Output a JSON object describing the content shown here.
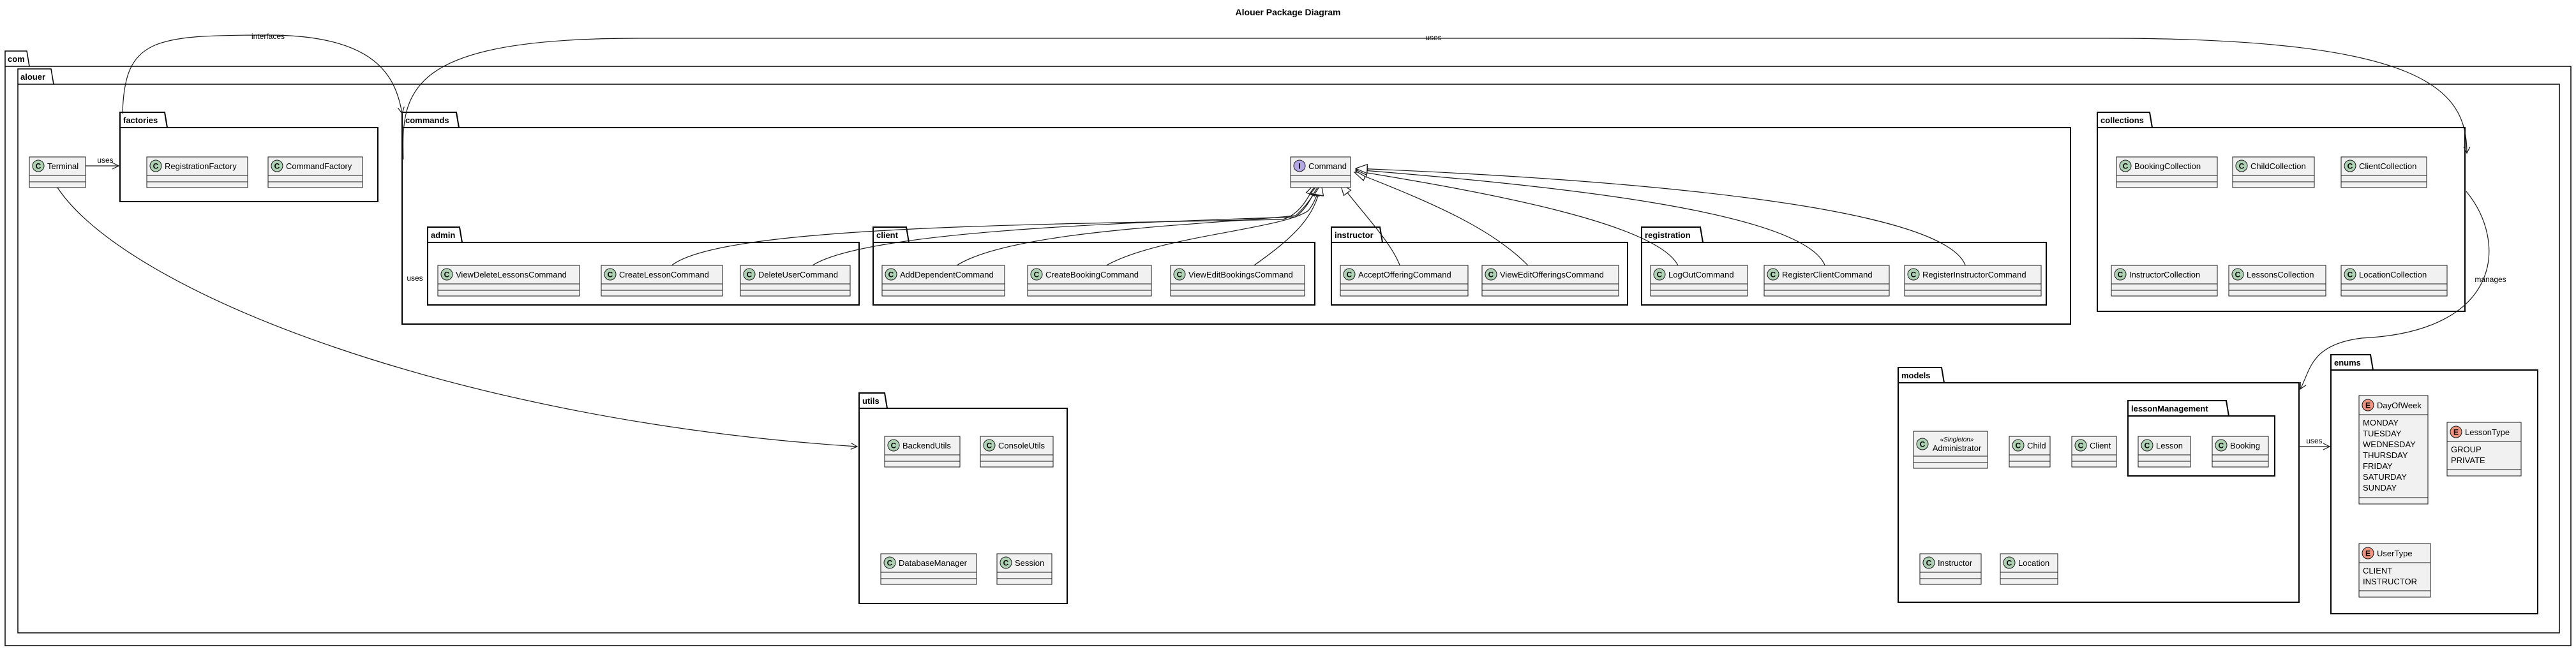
{
  "diagram_title": "Alouer Package Diagram",
  "colors": {
    "class_circle": "#ADD1B2",
    "interface_circle": "#B4A7E5",
    "enum_circle": "#EB937F",
    "class_fill": "#F1F1F1",
    "class_border": "#181818"
  },
  "packages": {
    "com": "com",
    "alouer": "alouer",
    "factories": "factories",
    "commands": "commands",
    "admin": "admin",
    "client": "client",
    "instructor": "instructor",
    "registration": "registration",
    "collections": "collections",
    "utils": "utils",
    "models": "models",
    "lessonManagement": "lessonManagement",
    "enums": "enums"
  },
  "classes": {
    "terminal": "Terminal",
    "registrationFactory": "RegistrationFactory",
    "commandFactory": "CommandFactory",
    "command": "Command",
    "viewDeleteLessons": "ViewDeleteLessonsCommand",
    "createLesson": "CreateLessonCommand",
    "deleteUser": "DeleteUserCommand",
    "addDependent": "AddDependentCommand",
    "createBooking": "CreateBookingCommand",
    "viewEditBookings": "ViewEditBookingsCommand",
    "acceptOffering": "AcceptOfferingCommand",
    "viewEditOfferings": "ViewEditOfferingsCommand",
    "logOut": "LogOutCommand",
    "registerClient": "RegisterClientCommand",
    "registerInstructor": "RegisterInstructorCommand",
    "bookingCollection": "BookingCollection",
    "childCollection": "ChildCollection",
    "clientCollection": "ClientCollection",
    "instructorCollection": "InstructorCollection",
    "lessonsCollection": "LessonsCollection",
    "locationCollection": "LocationCollection",
    "backendUtils": "BackendUtils",
    "consoleUtils": "ConsoleUtils",
    "databaseManager": "DatabaseManager",
    "session": "Session",
    "administrator": "Administrator",
    "administratorStereotype": "«Singleton»",
    "child": "Child",
    "client": "Client",
    "instructor": "Instructor",
    "location": "Location",
    "lesson": "Lesson",
    "booking": "Booking",
    "dayOfWeek": "DayOfWeek",
    "lessonType": "LessonType",
    "userType": "UserType"
  },
  "enum_values": {
    "dayOfWeek": [
      "MONDAY",
      "TUESDAY",
      "WEDNESDAY",
      "THURSDAY",
      "FRIDAY",
      "SATURDAY",
      "SUNDAY"
    ],
    "lessonType": [
      "GROUP",
      "PRIVATE"
    ],
    "userType": [
      "CLIENT",
      "INSTRUCTOR"
    ]
  },
  "relations": {
    "interfaces": "interfaces",
    "uses_top": "uses",
    "uses_terminal": "uses",
    "uses_commands": "uses",
    "manages": "manages",
    "uses_models": "uses"
  }
}
